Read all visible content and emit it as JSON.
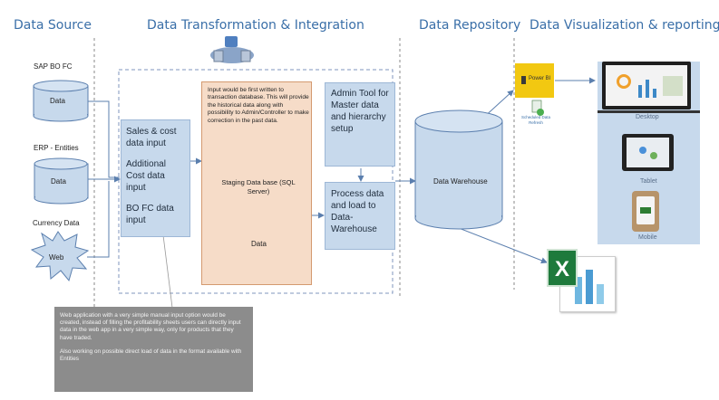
{
  "headings": {
    "source": "Data Source",
    "transform": "Data Transformation & Integration",
    "repository": "Data Repository",
    "visualization": "Data Visualization & reporting"
  },
  "sources": {
    "sap_label": "SAP BO FC",
    "sap_db": "Data",
    "erp_label": "ERP - Entities",
    "erp_db": "Data",
    "currency_label": "Currency Data",
    "web": "Web"
  },
  "inputs": {
    "sales": "Sales & cost data input",
    "additional": "Additional Cost data input",
    "bofc": "BO FC data input"
  },
  "staging": {
    "description": "Input would be first written to transaction database. This will provide the historical data along with possibility to Admin/Controller to make correction in the past data.",
    "title": "Staging Data base (SQL Server)",
    "db": "Data"
  },
  "admin_tool": "Admin Tool for Master data and hierarchy setup",
  "process": "Process data and load to Data-Warehouse",
  "warehouse": "Data Warehouse",
  "powerbi": {
    "label": "Power BI",
    "refresh": "Scheduled Data Refresh"
  },
  "devices": {
    "desktop": "Desktop",
    "tablet": "Tablet",
    "mobile": "Mobile"
  },
  "note": {
    "para1": "Web application with a very simple manual input option would be created, instead of filling the profitability sheets users can directly input data in the web app in a very simple way, only for products that they have traded.",
    "para2": "Also working on possible direct load of data in the format available with Entities"
  },
  "colors": {
    "heading": "#3a6fa8",
    "box_fill": "#c7d9ec",
    "staging_fill": "#f6dcc8",
    "powerbi": "#f2c811",
    "excel": "#1e7a3c"
  }
}
